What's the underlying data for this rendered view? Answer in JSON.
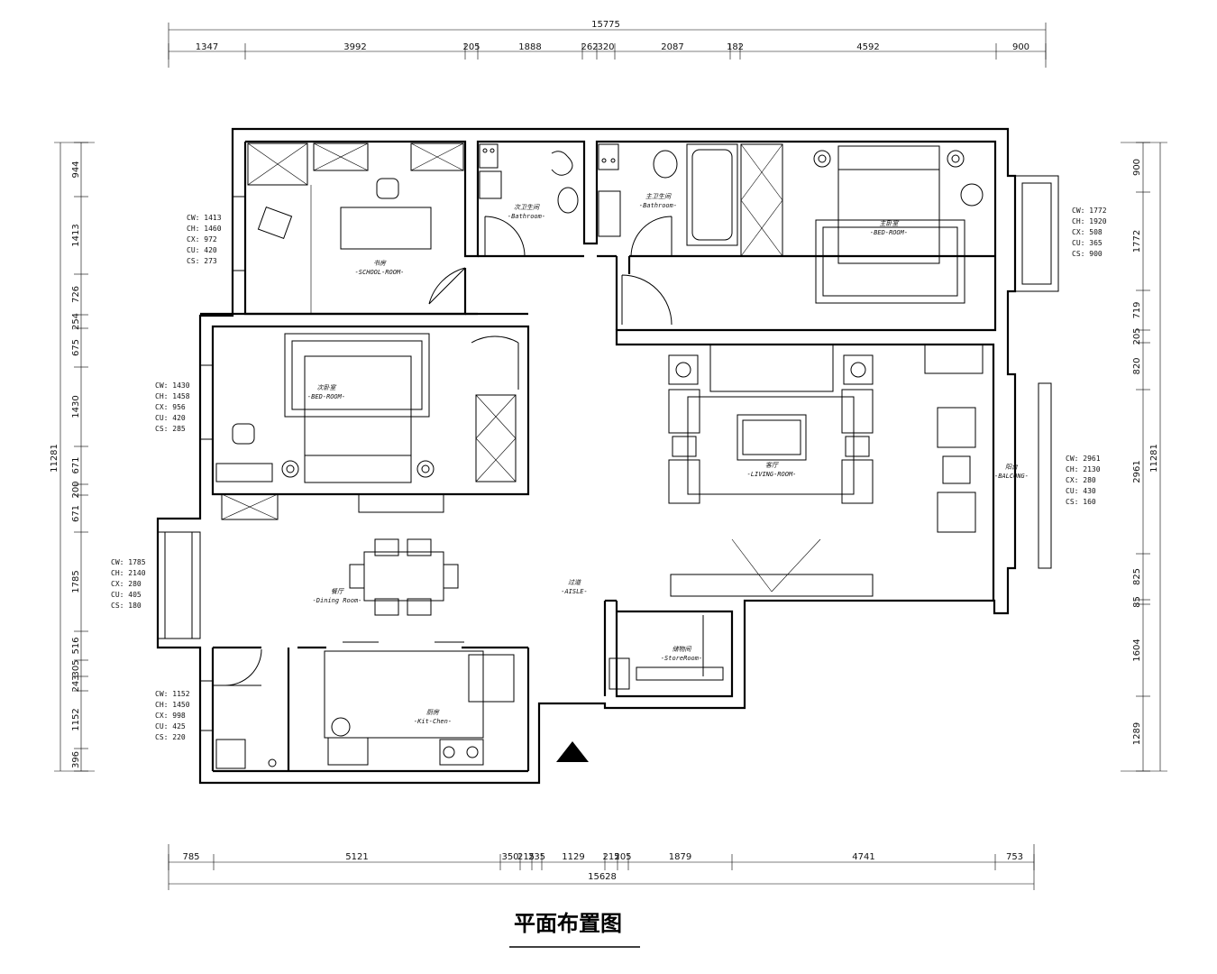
{
  "title": "平面布置图",
  "dims": {
    "top_total": "15775",
    "top_segments": [
      "1347",
      "3992",
      "205",
      "1888",
      "262",
      "320",
      "2087",
      "182",
      "4592",
      "900"
    ],
    "bottom_total": "15628",
    "bottom_segments": [
      "785",
      "5121",
      "350",
      "215",
      "235",
      "1129",
      "215",
      "205",
      "1879",
      "4741",
      "753"
    ],
    "left_total": "11281",
    "left_segments": [
      "944",
      "1413",
      "726",
      "254",
      "675",
      "1430",
      "671",
      "200",
      "671",
      "1785",
      "516",
      "305",
      "243",
      "1152",
      "396"
    ],
    "right_total": "11281",
    "right_segments": [
      "900",
      "1772",
      "719",
      "205",
      "820",
      "2961",
      "825",
      "85",
      "1604",
      "1289"
    ]
  },
  "rooms": {
    "school_room": {
      "cn": "书房",
      "en": "-SCHOOL-ROOM-"
    },
    "bathroom_guest": {
      "cn": "次卫生间",
      "en": "-Bathroom-"
    },
    "bathroom_master": {
      "cn": "主卫生间",
      "en": "-Bathroom-"
    },
    "master_bedroom": {
      "cn": "主卧室",
      "en": "-BED-ROOM-"
    },
    "second_bedroom": {
      "cn": "次卧室",
      "en": "-BED-ROOM-"
    },
    "living_room": {
      "cn": "客厅",
      "en": "-LIVING-ROOM-"
    },
    "balcony": {
      "cn": "阳台",
      "en": "-BALCONG-"
    },
    "dining_room": {
      "cn": "餐厅",
      "en": "-Dining Room-"
    },
    "aisle": {
      "cn": "过道",
      "en": "-AISLE-"
    },
    "store_room": {
      "cn": "储物间",
      "en": "-StoreRoom-"
    },
    "kitchen": {
      "cn": "厨房",
      "en": "-Kit-Chen-"
    }
  },
  "windows": {
    "school": [
      "CW: 1413",
      "CH: 1460",
      "CX:  972",
      "CU:  420",
      "CS:  273"
    ],
    "bedroom2": [
      "CW: 1430",
      "CH: 1458",
      "CX:  956",
      "CU:  420",
      "CS:  285"
    ],
    "dining": [
      "CW: 1785",
      "CH: 2140",
      "CX:  280",
      "CU:  405",
      "CS:  180"
    ],
    "kitchen": [
      "CW: 1152",
      "CH: 1450",
      "CX:  998",
      "CU:  425",
      "CS:  220"
    ],
    "master": [
      "CW: 1772",
      "CH: 1920",
      "CX:  508",
      "CU:  365",
      "CS:  900"
    ],
    "balcony": [
      "CW: 2961",
      "CH: 2130",
      "CX:  280",
      "CU:  430",
      "CS:  160"
    ]
  },
  "icons": {
    "entry_marker": "north-triangle-icon"
  }
}
